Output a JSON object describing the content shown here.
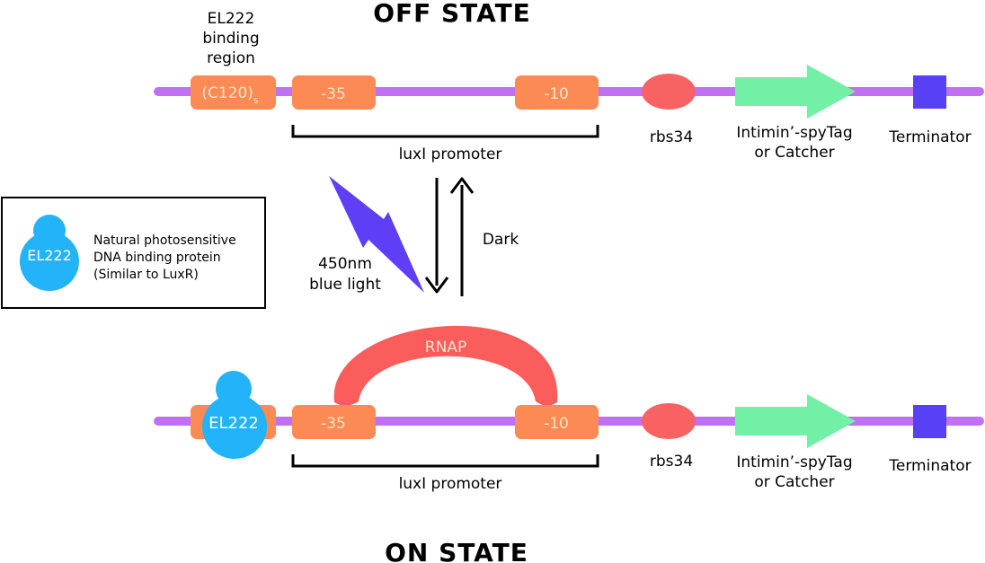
{
  "titles": {
    "off": "OFF STATE",
    "on": "ON STATE"
  },
  "off_state": {
    "el222_label": [
      "EL222",
      "binding",
      "region"
    ],
    "c120_label": "(C120)",
    "c120_subscript": "s",
    "minus35": "-35",
    "minus10": "-10",
    "promoter": "luxI promoter",
    "rbs": "rbs34",
    "gene": [
      "Intimin’-spyTag",
      "or Catcher"
    ],
    "terminator": "Terminator"
  },
  "on_state": {
    "el222": "EL222",
    "rnap": "RNAP",
    "minus35": "-35",
    "minus10": "-10",
    "promoter": "luxI promoter",
    "rbs": "rbs34",
    "gene": [
      "Intimin’-spyTag",
      "or Catcher"
    ],
    "terminator": "Terminator"
  },
  "transition": {
    "light": [
      "450nm",
      "blue light"
    ],
    "dark": "Dark"
  },
  "legend": {
    "protein": "EL222",
    "description": [
      "Natural photosensitive",
      "DNA binding protein",
      "(Similar to LuxR)"
    ]
  },
  "colors": {
    "dna": "#c070f0",
    "promoter_box": "#fb8a55",
    "rbs": "#f96262",
    "rnap": "#fb5d5d",
    "gene": "#72f0a5",
    "terminator": "#5840f5",
    "el222": "#22b3f8",
    "light": "#5f3ef5"
  }
}
